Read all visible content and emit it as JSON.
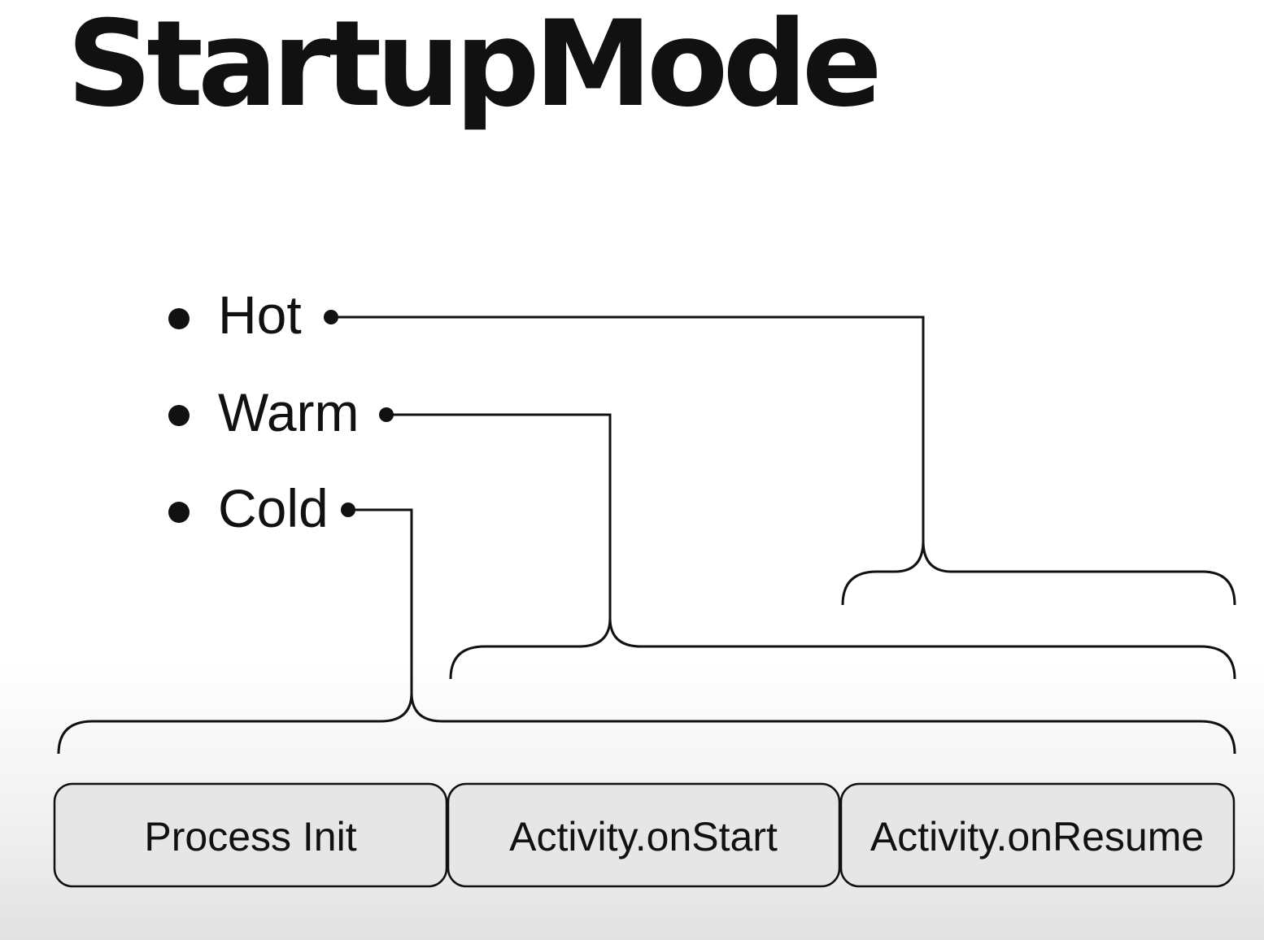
{
  "title": "StartupMode",
  "modes": [
    {
      "id": "hot",
      "label": "Hot"
    },
    {
      "id": "warm",
      "label": "Warm"
    },
    {
      "id": "cold",
      "label": "Cold"
    }
  ],
  "stages": [
    {
      "id": "process-init",
      "label": "Process Init"
    },
    {
      "id": "activity-onstart",
      "label": "Activity.onStart"
    },
    {
      "id": "activity-onresume",
      "label": "Activity.onResume"
    }
  ],
  "spans": [
    {
      "mode": "Hot",
      "from_stage": "Activity.onResume",
      "to_stage": "Activity.onResume"
    },
    {
      "mode": "Warm",
      "from_stage": "Activity.onStart",
      "to_stage": "Activity.onResume"
    },
    {
      "mode": "Cold",
      "from_stage": "Process Init",
      "to_stage": "Activity.onResume"
    }
  ],
  "colors": {
    "ink": "#111111",
    "box_fill": "#e6e6e6",
    "background": "#ffffff"
  }
}
